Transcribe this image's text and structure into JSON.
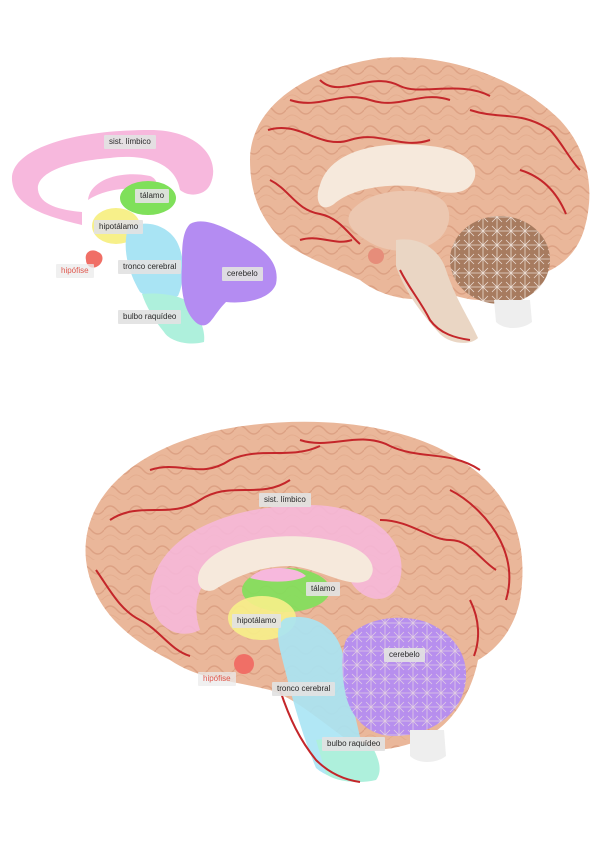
{
  "labels": {
    "limbic": "sist. límbico",
    "thalamus": "tálamo",
    "hypothalamus": "hipotálamo",
    "pituitary": "hipófise",
    "brainstem": "tronco cerebral",
    "cerebellum": "cerebelo",
    "medulla": "bulbo raquídeo"
  },
  "colors": {
    "limbic": "#f7b8dd",
    "thalamus": "#7fe05a",
    "hypothalamus": "#f7f08a",
    "pituitary": "#f06f66",
    "brainstem": "#a9e4f4",
    "cerebellum": "#b48cf2",
    "medulla": "#aef0dc",
    "cortex": "#eab79a",
    "artery": "#c4262a",
    "white_matter": "#f6e9dc"
  }
}
